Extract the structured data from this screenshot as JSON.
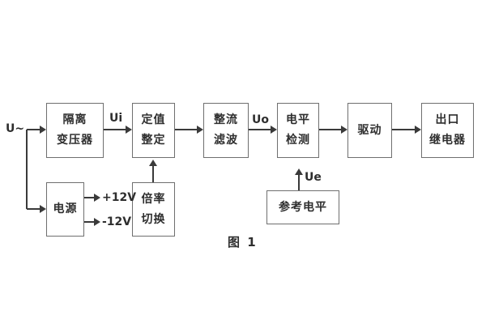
{
  "diagram": {
    "caption": "图 1",
    "input_label": "U~",
    "signal_labels": {
      "ui": "Ui",
      "uo": "Uo",
      "ue": "Ue"
    },
    "power_outputs": {
      "positive": "+12V",
      "negative": "-12V"
    },
    "blocks": {
      "isolation_transformer": {
        "line1": "隔离",
        "line2": "变压器"
      },
      "setpoint_adjust": {
        "line1": "定值",
        "line2": "整定"
      },
      "rectifier_filter": {
        "line1": "整流",
        "line2": "滤波"
      },
      "level_detector": {
        "line1": "电平",
        "line2": "检测"
      },
      "driver": {
        "label": "驱动"
      },
      "output_relay": {
        "line1": "出口",
        "line2": "继电器"
      },
      "power_supply": {
        "label": "电源"
      },
      "ratio_switch": {
        "line1": "倍率",
        "line2": "切换"
      },
      "reference_level": {
        "label": "参考电平"
      }
    },
    "colors": {
      "background": "#ffffff",
      "border": "#6f6f6f",
      "line": "#3a3a3a",
      "text": "#2e2e2e"
    }
  }
}
